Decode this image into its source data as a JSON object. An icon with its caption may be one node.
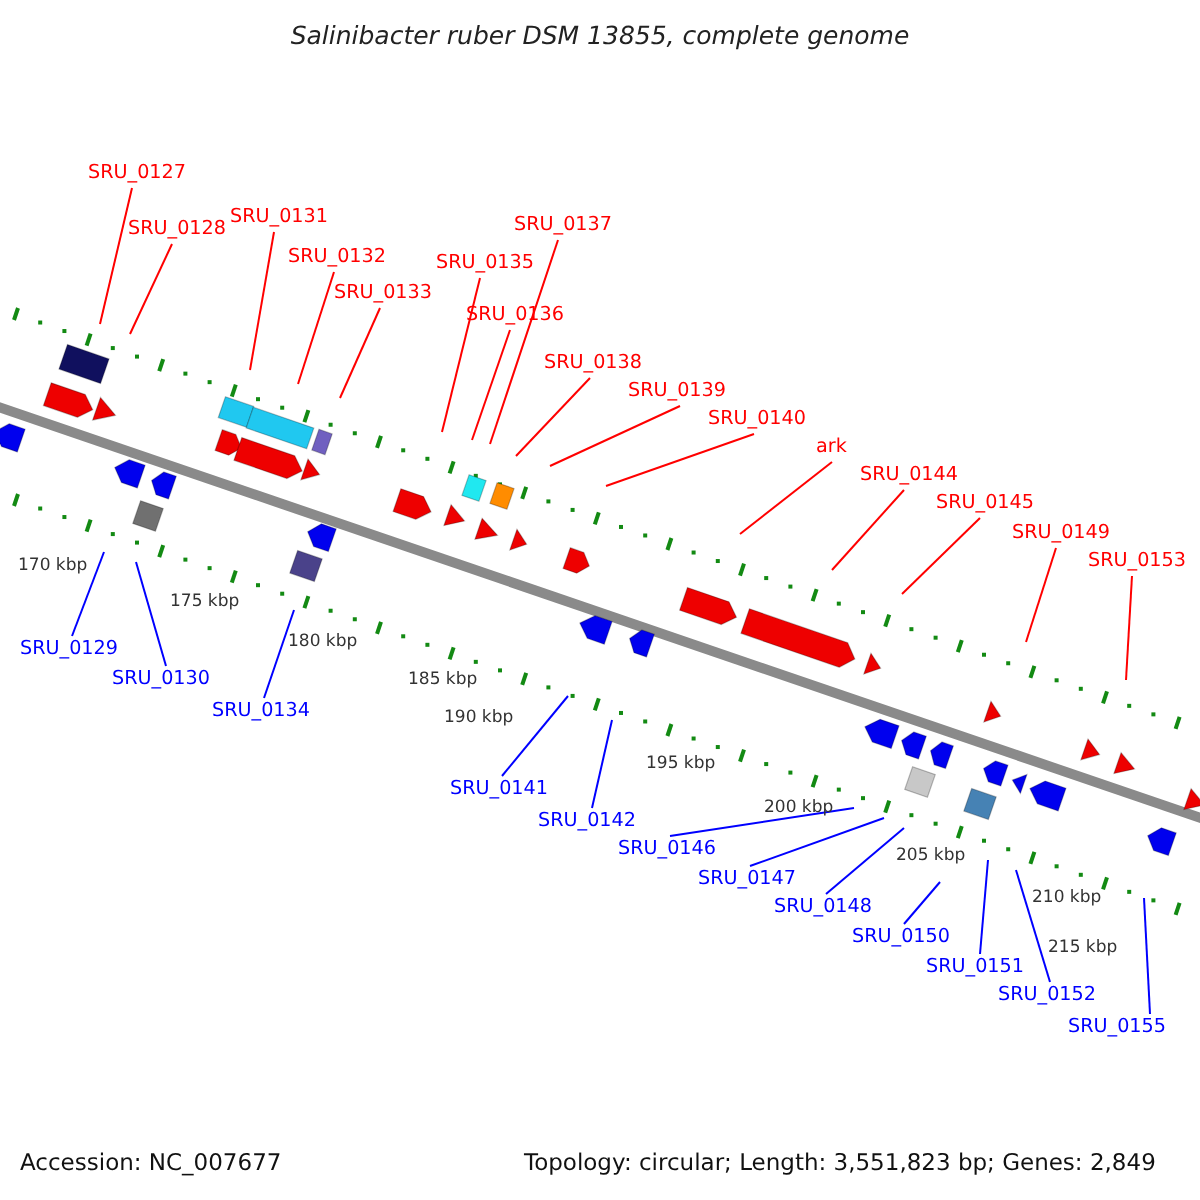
{
  "diagram": {
    "title": "Salinibacter ruber DSM 13855, complete genome",
    "nodes": [
      {
        "text": [
          "SRU_0127"
        ]
      },
      {
        "text": [
          "SRU_0128"
        ]
      },
      {
        "text": [
          "SRU_0131"
        ]
      },
      {
        "text": [
          "SRU_0137"
        ]
      },
      {
        "text": [
          "SRU_0132"
        ]
      },
      {
        "text": [
          "SRU_0133"
        ]
      },
      {
        "text": [
          "SRU_0135"
        ]
      },
      {
        "text": [
          "SRU_0136"
        ]
      },
      {
        "text": [
          "SRU_0138"
        ]
      },
      {
        "text": [
          "SRU_0139"
        ]
      },
      {
        "text": [
          "SRU_0140"
        ]
      },
      {
        "text": [
          "ark"
        ]
      },
      {
        "text": [
          "SRU_0144"
        ]
      },
      {
        "text": [
          "SRU_0145"
        ]
      },
      {
        "text": [
          "SRU_0149"
        ]
      },
      {
        "text": [
          "SRU_0153"
        ]
      },
      {
        "text": [
          "SRU_0129"
        ]
      },
      {
        "text": [
          "SRU_0130"
        ]
      },
      {
        "text": [
          "SRU_0134"
        ]
      },
      {
        "text": [
          "SRU_0141"
        ]
      },
      {
        "text": [
          "SRU_0142"
        ]
      },
      {
        "text": [
          "SRU_0146"
        ]
      },
      {
        "text": [
          "SRU_0147"
        ]
      },
      {
        "text": [
          "SRU_0148"
        ]
      },
      {
        "text": [
          "SRU_0150"
        ]
      },
      {
        "text": [
          "SRU_0151"
        ]
      },
      {
        "text": [
          "SRU_0152"
        ]
      },
      {
        "text": [
          "SRU_0155"
        ]
      }
    ],
    "edges": [
      {
        "from": 0,
        "to": null,
        "arrow": "none"
      },
      {
        "from": 1,
        "to": null,
        "arrow": "none"
      },
      {
        "from": 2,
        "to": null,
        "arrow": "none"
      },
      {
        "from": 3,
        "to": null,
        "arrow": "none"
      },
      {
        "from": 4,
        "to": null,
        "arrow": "none"
      },
      {
        "from": 5,
        "to": null,
        "arrow": "none"
      },
      {
        "from": 6,
        "to": null,
        "arrow": "none"
      },
      {
        "from": 7,
        "to": null,
        "arrow": "none"
      },
      {
        "from": 8,
        "to": null,
        "arrow": "none"
      },
      {
        "from": 9,
        "to": null,
        "arrow": "none"
      },
      {
        "from": 10,
        "to": null,
        "arrow": "none"
      },
      {
        "from": 11,
        "to": null,
        "arrow": "none"
      },
      {
        "from": 12,
        "to": null,
        "arrow": "none"
      },
      {
        "from": 13,
        "to": null,
        "arrow": "none"
      },
      {
        "from": 14,
        "to": null,
        "arrow": "none"
      },
      {
        "from": 15,
        "to": null,
        "arrow": "none"
      },
      {
        "from": 16,
        "to": null,
        "arrow": "none",
        "color": "#0000ff"
      },
      {
        "from": 17,
        "to": null,
        "arrow": "none",
        "color": "#0000ff"
      },
      {
        "from": 18,
        "to": null,
        "arrow": "none",
        "color": "#0000ff"
      },
      {
        "from": 19,
        "to": null,
        "arrow": "none",
        "color": "#0000ff"
      },
      {
        "from": 20,
        "to": null,
        "arrow": "none",
        "color": "#0000ff"
      },
      {
        "from": 21,
        "to": null,
        "arrow": "none",
        "color": "#0000ff"
      },
      {
        "from": 22,
        "to": null,
        "arrow": "none",
        "color": "#0000ff"
      },
      {
        "from": 23,
        "to": null,
        "arrow": "none",
        "color": "#0000ff"
      },
      {
        "from": 24,
        "to": null,
        "arrow": "none",
        "color": "#0000ff"
      },
      {
        "from": 25,
        "to": null,
        "arrow": "none",
        "color": "#0000ff"
      },
      {
        "from": 26,
        "to": null,
        "arrow": "none",
        "color": "#0000ff"
      },
      {
        "from": 27,
        "to": null,
        "arrow": "none",
        "color": "#0000ff"
      }
    ],
    "labels": [
      "170 kbp",
      "175 kbp",
      "180 kbp",
      "185 kbp",
      "190 kbp",
      "195 kbp",
      "200 kbp",
      "205 kbp",
      "210 kbp",
      "215 kbp",
      "Accession: NC_007677",
      "Topology: circular; Length: 3,551,823 bp; Genes: 2,849"
    ]
  }
}
